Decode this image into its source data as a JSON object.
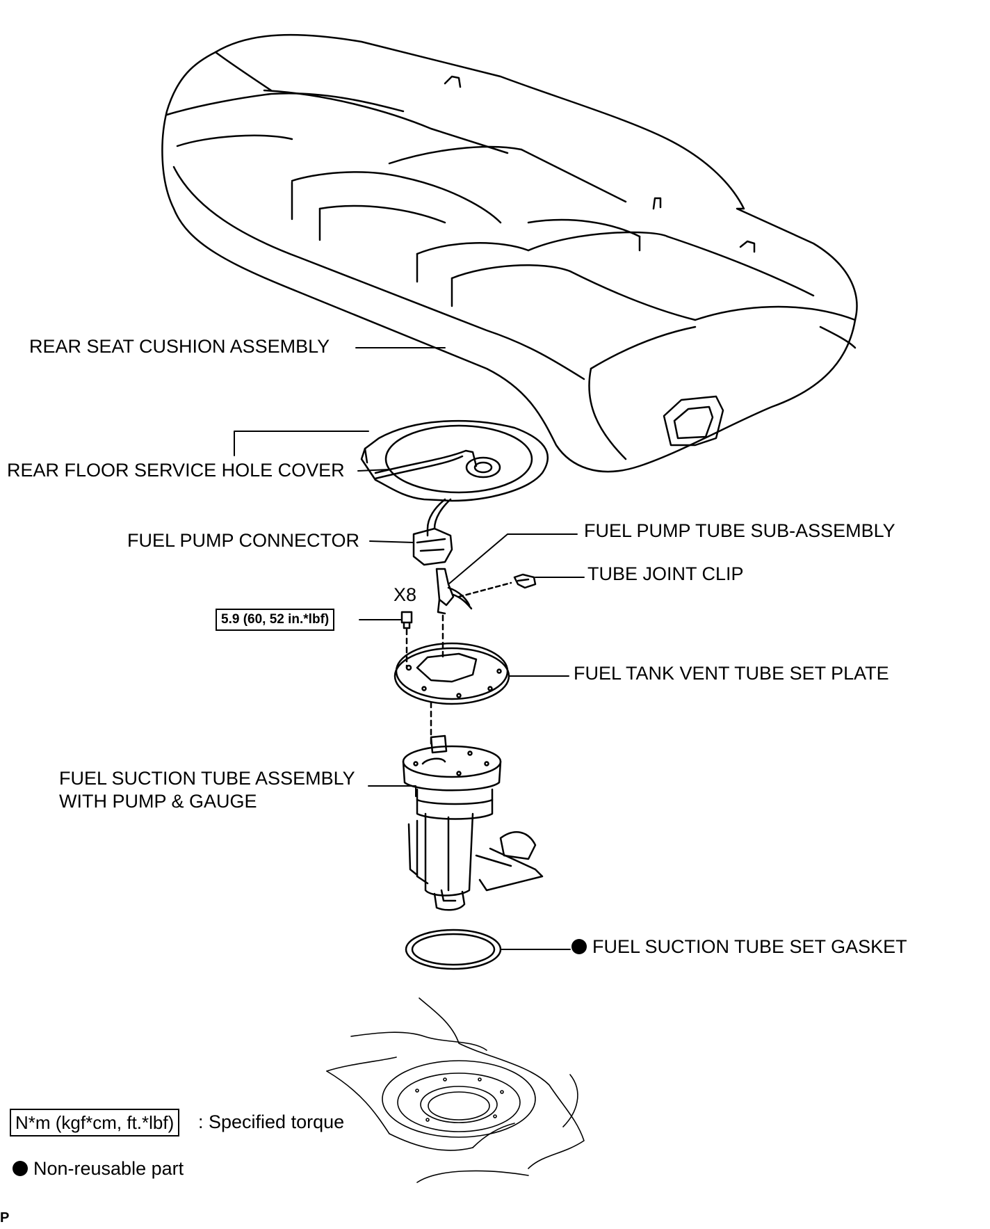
{
  "labels": {
    "rear_seat_cushion": "REAR SEAT CUSHION ASSEMBLY",
    "rear_floor_cover": "REAR FLOOR SERVICE HOLE COVER",
    "fuel_pump_connector": "FUEL PUMP CONNECTOR",
    "fuel_pump_tube": "FUEL PUMP TUBE SUB-ASSEMBLY",
    "tube_joint_clip": "TUBE JOINT CLIP",
    "qty": "X8",
    "vent_tube_plate": "FUEL TANK VENT TUBE SET PLATE",
    "suction_tube_line1": "FUEL SUCTION TUBE ASSEMBLY",
    "suction_tube_line2": "WITH PUMP & GAUGE",
    "gasket": "FUEL SUCTION TUBE SET GASKET"
  },
  "torque_value": "5.9 (60, 52 in.*lbf)",
  "legend": {
    "torque_box": "N*m (kgf*cm, ft.*lbf)",
    "torque_text": ": Specified torque",
    "nonreusable_text": "Non-reusable part"
  },
  "corner_mark": "P"
}
